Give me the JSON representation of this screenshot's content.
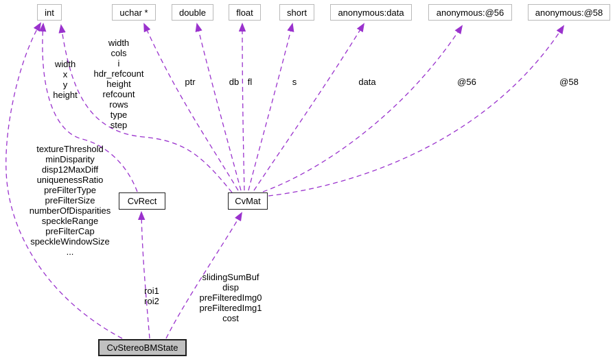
{
  "diagram": {
    "kind": "class collaboration graph",
    "background_color": "#ffffff",
    "edge_color": "#9a32cd",
    "main_node_fill": "#c0c0c0",
    "nodes": {
      "int": "int",
      "uchar_ptr": "uchar *",
      "double": "double",
      "float": "float",
      "short": "short",
      "anon_data": "anonymous:data",
      "anon_56": "anonymous:@56",
      "anon_58": "anonymous:@58",
      "cvrect": "CvRect",
      "cvmat": "CvMat",
      "cvstereobmstate": "CvStereoBMState"
    },
    "edge_labels": {
      "bm_to_int": "textureThreshold\nminDisparity\ndisp12MaxDiff\nuniquenessRatio\npreFilterType\npreFilterSize\nnumberOfDisparities\nspeckleRange\npreFilterCap\nspeckleWindowSize\n...",
      "rect_to_int": "width\nx\ny\nheight",
      "mat_to_int": "width\ncols\ni\nhdr_refcount\nheight\nrefcount\nrows\ntype\nstep",
      "mat_to_uchar": "ptr",
      "mat_to_double": "db",
      "mat_to_float": "fl",
      "mat_to_short": "s",
      "mat_to_data": "data",
      "mat_to_56": "@56",
      "mat_to_58": "@58",
      "bm_to_rect": "roi1\nroi2",
      "bm_to_mat": "slidingSumBuf\ndisp\npreFilteredImg0\npreFilteredImg1\ncost"
    }
  }
}
